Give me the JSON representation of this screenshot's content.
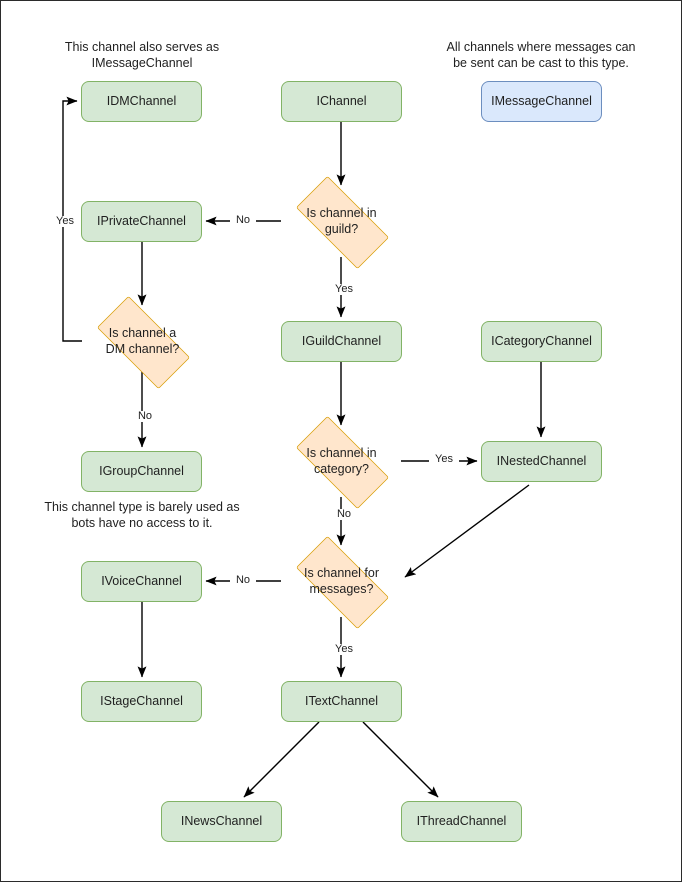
{
  "diagram": {
    "title": "Discord channel type decision flowchart",
    "colors": {
      "green_fill": "#d5e8d4",
      "green_stroke": "#82b366",
      "blue_fill": "#dae8fc",
      "blue_stroke": "#6c8ebf",
      "orange_fill": "#ffe6cc",
      "orange_stroke": "#d79b00",
      "edge_stroke": "#000000",
      "page_border": "#2b2b2b"
    },
    "notes": [
      {
        "id": "note-dm",
        "text": "This channel also serves as\nIMessageChannel"
      },
      {
        "id": "note-message",
        "text": "All channels where messages can\nbe sent can be cast to this type."
      },
      {
        "id": "note-group",
        "text": "This channel type is barely used as\nbots have no access to it."
      }
    ],
    "nodes": [
      {
        "id": "idmchannel",
        "label": "IDMChannel",
        "type": "green"
      },
      {
        "id": "ichannel",
        "label": "IChannel",
        "type": "green"
      },
      {
        "id": "imessagechannel",
        "label": "IMessageChannel",
        "type": "blue"
      },
      {
        "id": "iprivatechannel",
        "label": "IPrivateChannel",
        "type": "green"
      },
      {
        "id": "iguildchannel",
        "label": "IGuildChannel",
        "type": "green"
      },
      {
        "id": "icategorychannel",
        "label": "ICategoryChannel",
        "type": "green"
      },
      {
        "id": "igroupchannel",
        "label": "IGroupChannel",
        "type": "green"
      },
      {
        "id": "inestedchannel",
        "label": "INestedChannel",
        "type": "green"
      },
      {
        "id": "ivoicechannel",
        "label": "IVoiceChannel",
        "type": "green"
      },
      {
        "id": "istagechannel",
        "label": "IStageChannel",
        "type": "green"
      },
      {
        "id": "itextchannel",
        "label": "ITextChannel",
        "type": "green"
      },
      {
        "id": "inewschannel",
        "label": "INewsChannel",
        "type": "green"
      },
      {
        "id": "ithreadchannel",
        "label": "IThreadChannel",
        "type": "green"
      }
    ],
    "decisions": [
      {
        "id": "is-in-guild",
        "label": "Is channel in\nguild?"
      },
      {
        "id": "is-dm-channel",
        "label": "Is channel a\nDM channel?"
      },
      {
        "id": "is-in-category",
        "label": "Is channel in\ncategory?"
      },
      {
        "id": "is-for-messages",
        "label": "Is channel for\nmessages?"
      }
    ],
    "edge_labels": [
      {
        "id": "guild-no",
        "text": "No"
      },
      {
        "id": "guild-yes",
        "text": "Yes"
      },
      {
        "id": "dm-yes",
        "text": "Yes"
      },
      {
        "id": "dm-no",
        "text": "No"
      },
      {
        "id": "category-yes",
        "text": "Yes"
      },
      {
        "id": "category-no",
        "text": "No"
      },
      {
        "id": "messages-no",
        "text": "No"
      },
      {
        "id": "messages-yes",
        "text": "Yes"
      }
    ]
  }
}
